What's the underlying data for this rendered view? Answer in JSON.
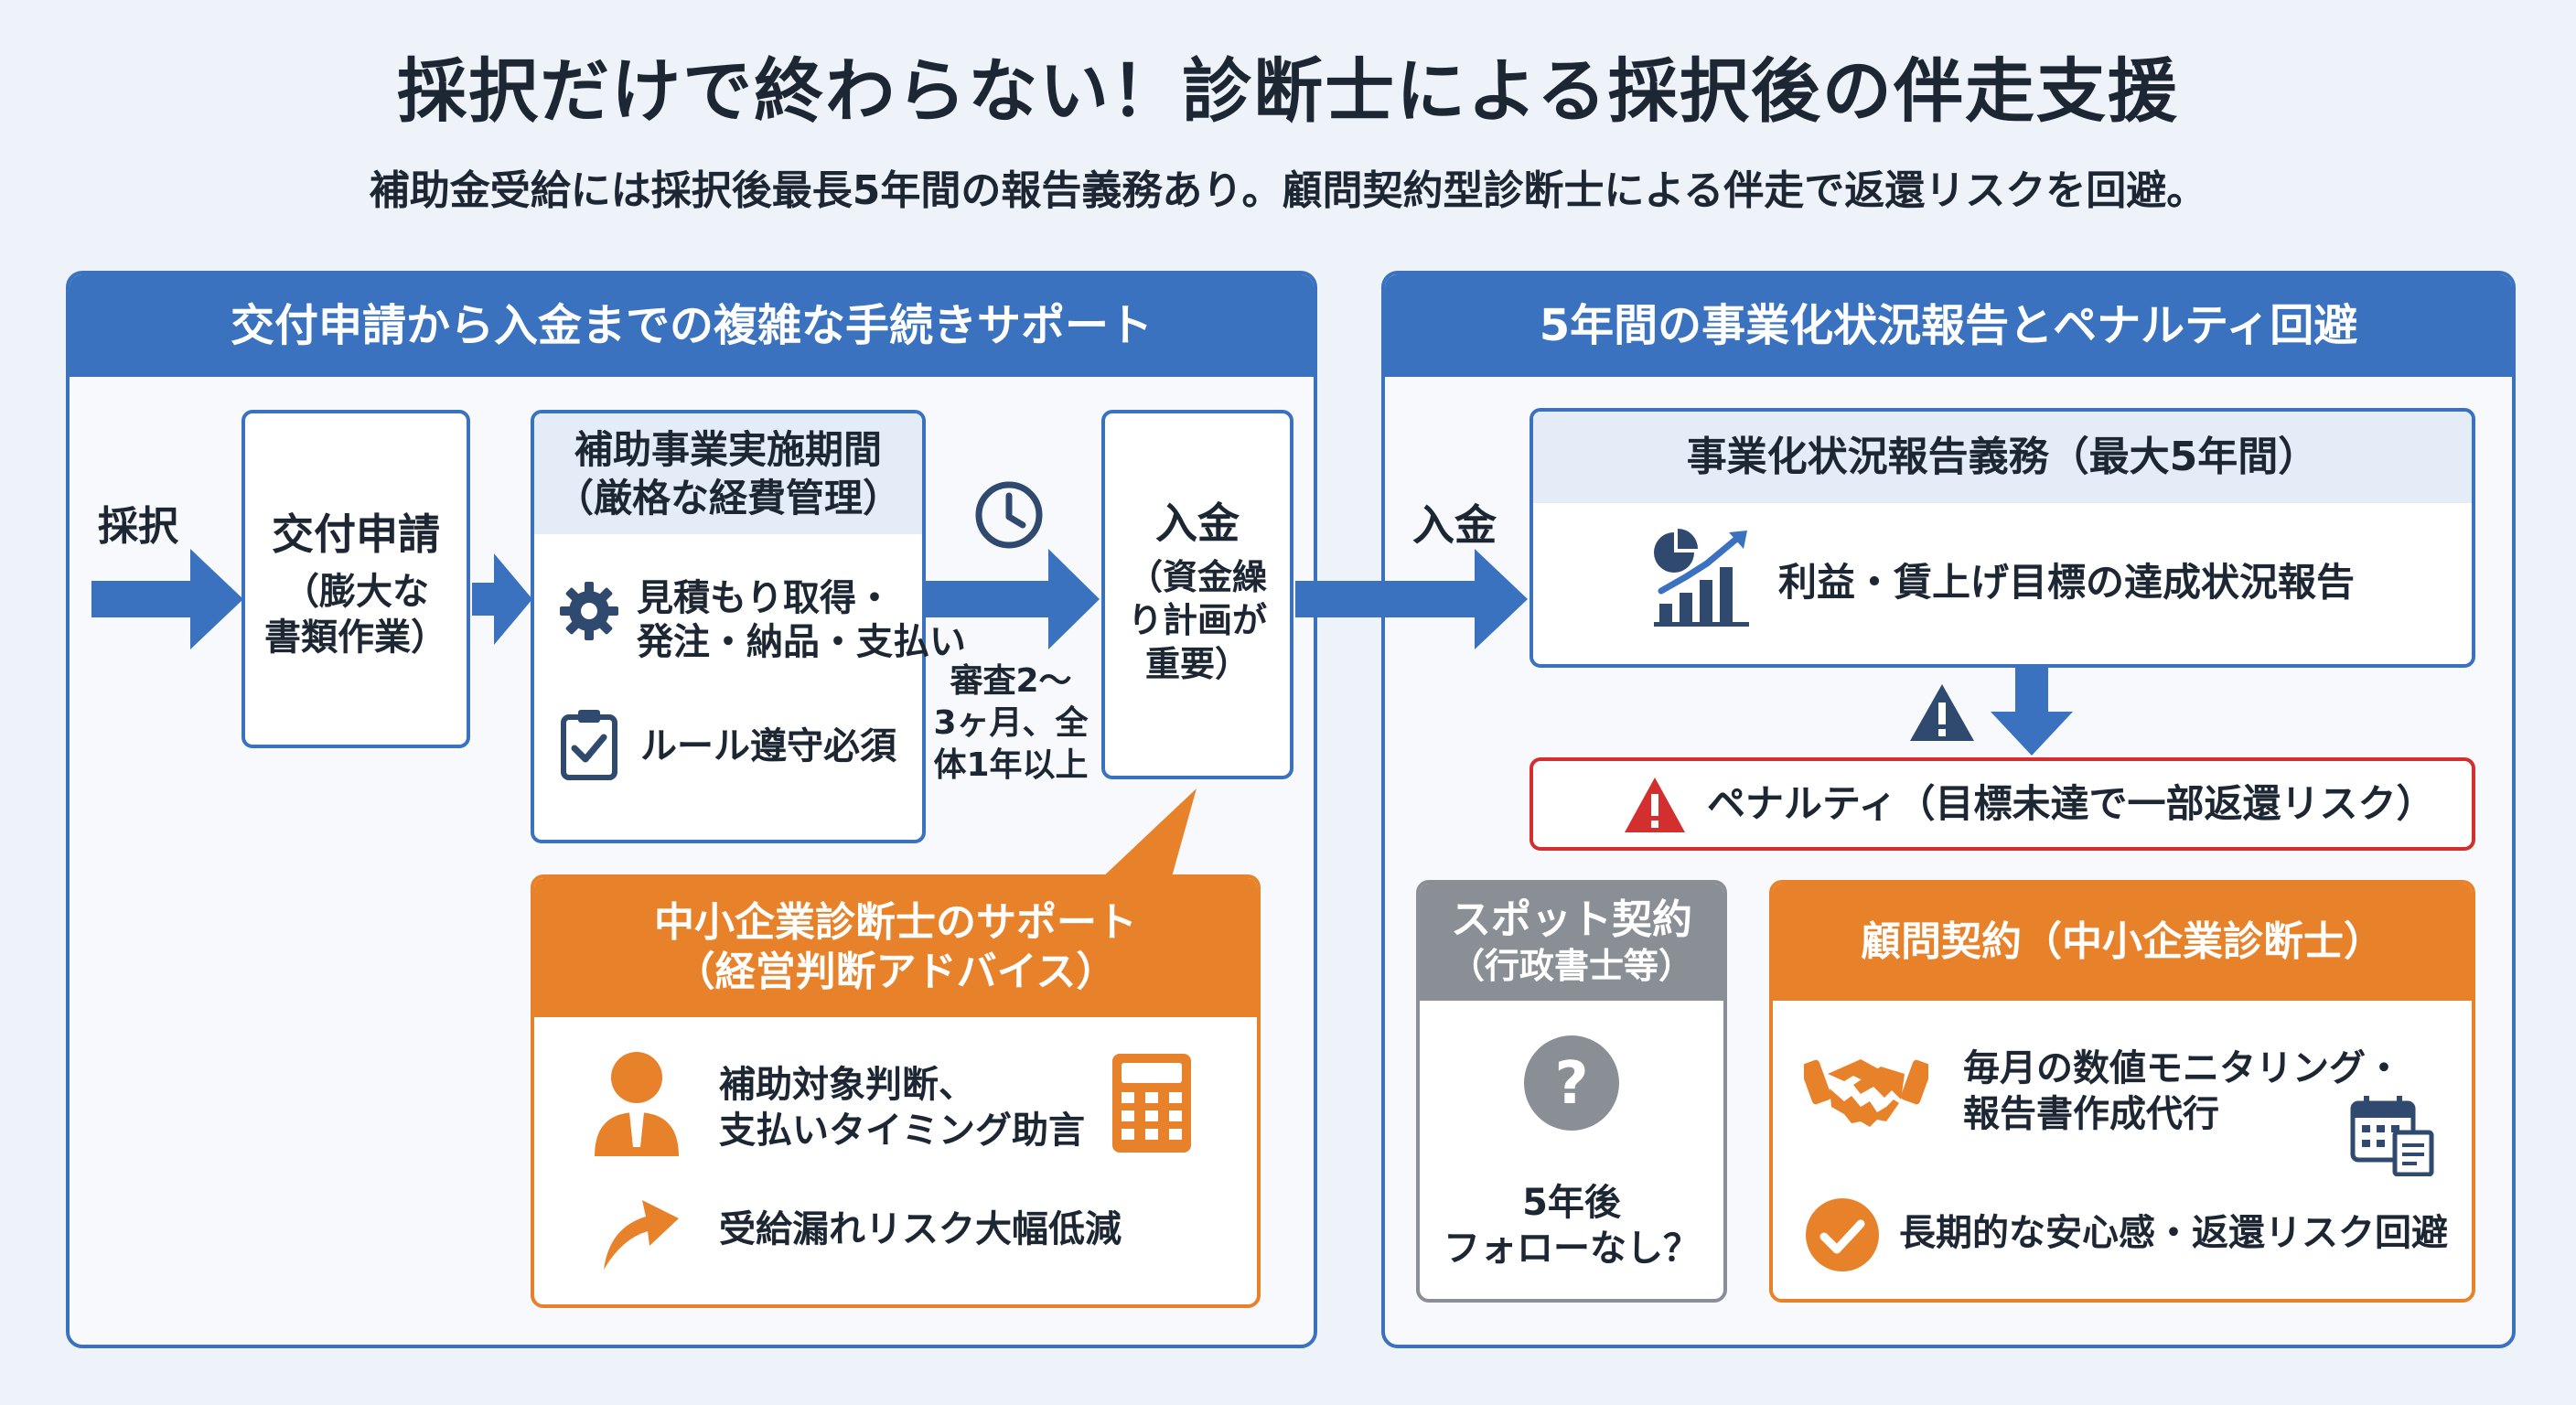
{
  "title": "採択だけで終わらない！診断士による採択後の伴走支援",
  "subtitle": "補助金受給には採択後最長5年間の報告義務あり。顧問契約型診断士による伴走で返還リスクを回避。",
  "left": {
    "header": "交付申請から入金までの複雑な手続きサポート",
    "start_label": "採択",
    "step1": {
      "title": "交付申請",
      "note_line1": "（膨大な",
      "note_line2": "書類作業）"
    },
    "step2": {
      "title_line1": "補助事業実施期間",
      "title_line2": "（厳格な経費管理）",
      "item1_line1": "見積もり取得・",
      "item1_line2": "発注・納品・支払い",
      "item2": "ルール遵守必須"
    },
    "duration_line1": "審査2〜",
    "duration_line2": "3ヶ月、全",
    "duration_line3": "体1年以上",
    "step3": {
      "title": "入金",
      "note_line1": "（資金繰",
      "note_line2": "り計画が",
      "note_line3": "重要）"
    },
    "support": {
      "title_line1": "中小企業診断士のサポート",
      "title_line2": "（経営判断アドバイス）",
      "item1_line1": "補助対象判断、",
      "item1_line2": "支払いタイミング助言",
      "item2": "受給漏れリスク大幅低減"
    }
  },
  "right": {
    "header": "5年間の事業化状況報告とペナルティ回避",
    "start_label": "入金",
    "report": {
      "title": "事業化状況報告義務（最大5年間）",
      "item": "利益・賃上げ目標の達成状況報告"
    },
    "penalty": "ペナルティ（目標未達で一部返還リスク）",
    "spot": {
      "title_line1": "スポット契約",
      "title_line2": "（行政書士等）",
      "note_line1": "5年後",
      "note_line2": "フォローなし？"
    },
    "advisory": {
      "title": "顧問契約（中小企業診断士）",
      "item1_line1": "毎月の数値モニタリング・",
      "item1_line2": "報告書作成代行",
      "item2": "長期的な安心感・返還リスク回避"
    }
  },
  "colors": {
    "blue": "#3a72c0",
    "orange": "#e8822a",
    "red": "#d32f2f",
    "gray": "#8a8f96",
    "navy": "#2f4a6e"
  },
  "icons": [
    "clock-icon",
    "gear-icon",
    "clipboard-check-icon",
    "person-icon",
    "calculator-icon",
    "arrow-up-icon",
    "chart-icon",
    "warning-icon",
    "question-icon",
    "handshake-icon",
    "calendar-icon",
    "check-circle-icon"
  ]
}
